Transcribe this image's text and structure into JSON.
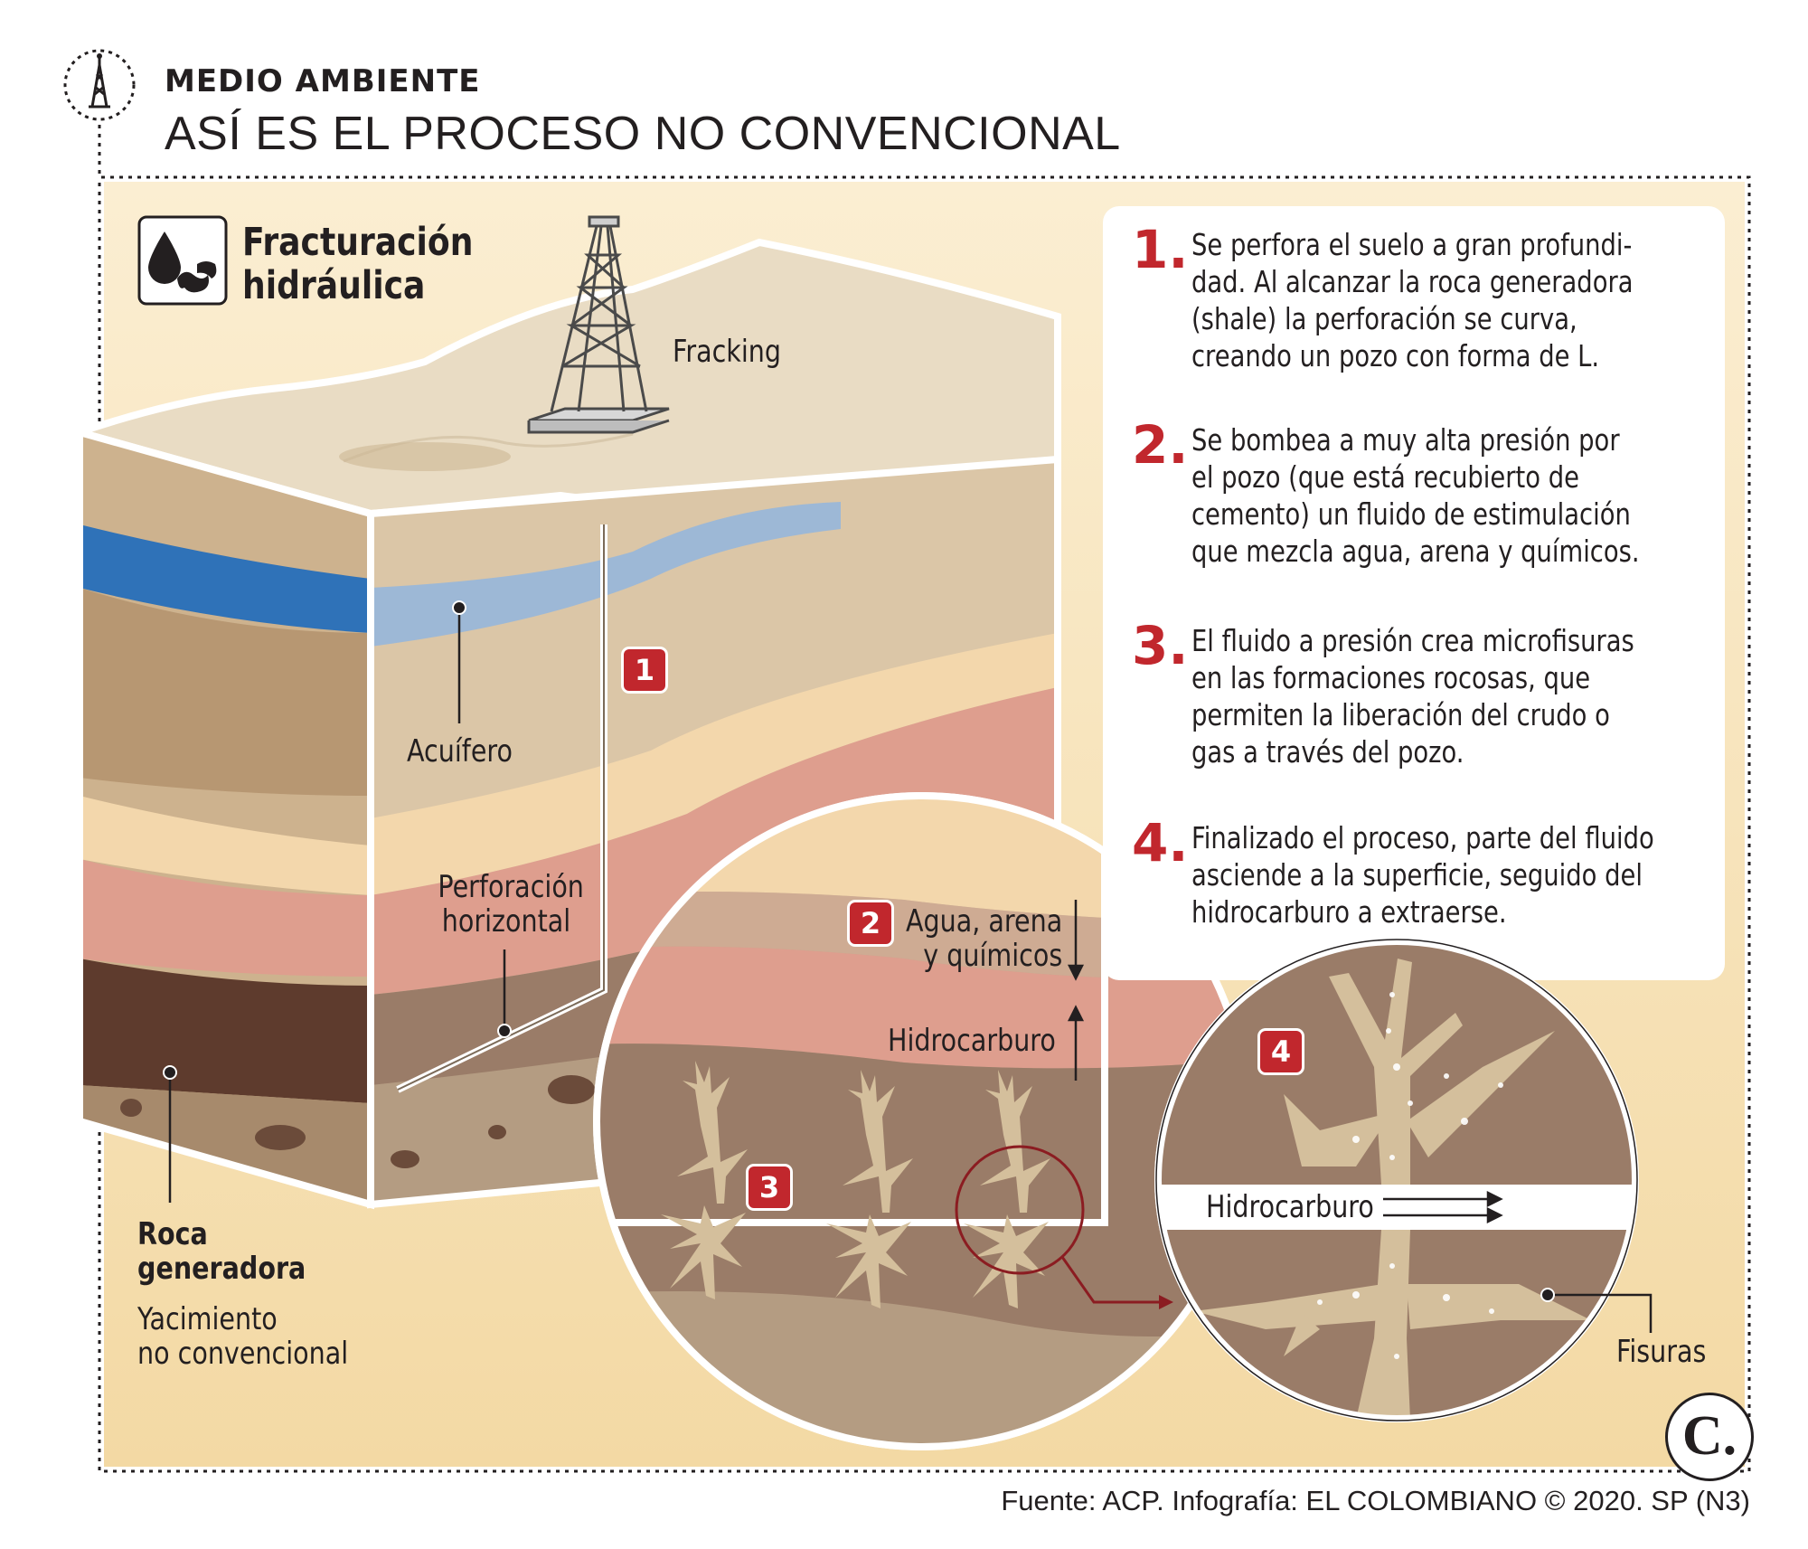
{
  "header": {
    "section": "MEDIO AMBIENTE",
    "title": "ASÍ ES EL PROCESO NO CONVENCIONAL",
    "icon": "oil-derrick-icon"
  },
  "card": {
    "title_line1": "Fracturación",
    "title_line2": "hidráulica",
    "icon": "oil-drops-icon"
  },
  "labels": {
    "fracking": "Fracking",
    "aquifer": "Acuífero",
    "horizontal_line1": "Perforación",
    "horizontal_line2": "horizontal",
    "source_rock_line1": "Roca",
    "source_rock_line2": "generadora",
    "deposit_line1": "Yacimiento",
    "deposit_line2": "no convencional",
    "fluid_line1": "Agua, arena",
    "fluid_line2": "y químicos",
    "hydrocarbon_up": "Hidrocarburo",
    "hydrocarbon_flow": "Hidrocarburo",
    "fissures": "Fisuras"
  },
  "badges": {
    "b1": "1",
    "b2": "2",
    "b3": "3",
    "b4": "4"
  },
  "steps": [
    {
      "num": "1.",
      "text": "Se perfora el suelo a gran profundi-\ndad. Al alcanzar la roca generadora\n(shale) la perforación se curva,\ncreando un pozo con forma de L."
    },
    {
      "num": "2.",
      "text": "Se bombea a muy alta presión por\nel pozo (que está recubierto de\ncemento) un fluido de estimulación\nque mezcla agua, arena y químicos."
    },
    {
      "num": "3.",
      "text": "El fluido a presión crea microfisuras\nen las formaciones rocosas, que\npermiten la liberación del crudo o\ngas a través del pozo."
    },
    {
      "num": "4.",
      "text": "Finalizado el proceso, parte del fluido\nasciende a la superficie, seguido del\nhidrocarburo a extraerse."
    }
  ],
  "source": "Fuente: ACP. Infografía: EL COLOMBIANO © 2020. SP (N3)",
  "logo": "C.",
  "colors": {
    "accent_red": "#c1272d",
    "aquifer_blue": "#3f7fc0",
    "shale_brown": "#5a3a2c",
    "background_cream": "#f6e2b4"
  }
}
